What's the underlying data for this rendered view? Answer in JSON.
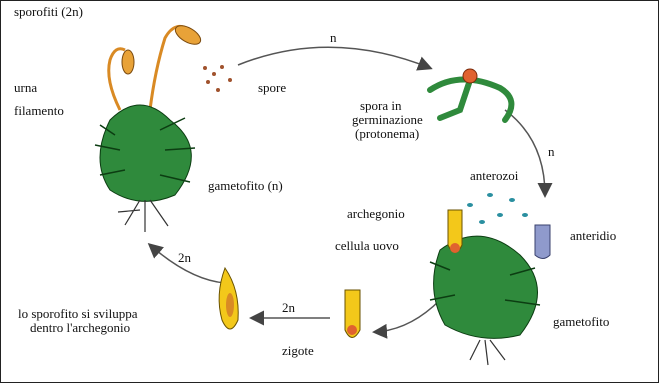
{
  "labels": {
    "sporofiti": "sporofiti (2n)",
    "urna": "urna",
    "filamento": "filamento",
    "spore": "spore",
    "n_top": "n",
    "spora1": "spora in",
    "spora2": "germinazione",
    "spora3": "(protonema)",
    "n_right": "n",
    "gametofito_left": "gametofito (n)",
    "anterozoi": "anterozoi",
    "archegonio": "archegonio",
    "anteridio": "anteridio",
    "cellula_uovo": "cellula uovo",
    "gametofito_right": "gametofito",
    "twon_bottom": "2n",
    "twon_left": "2n",
    "sviluppa1": "lo sporofito si sviluppa",
    "sviluppa2": "dentro l'archegonio",
    "zigote": "zigote"
  },
  "colors": {
    "leaf": "#2f8a3c",
    "leaf_outline": "#0c3d12",
    "stalk": "#d98a24",
    "archegonium": "#f3c81a",
    "egg": "#e0622f",
    "antheridium": "#8f9acc",
    "sperm": "#2a8fa0",
    "spore": "#a0522d"
  }
}
